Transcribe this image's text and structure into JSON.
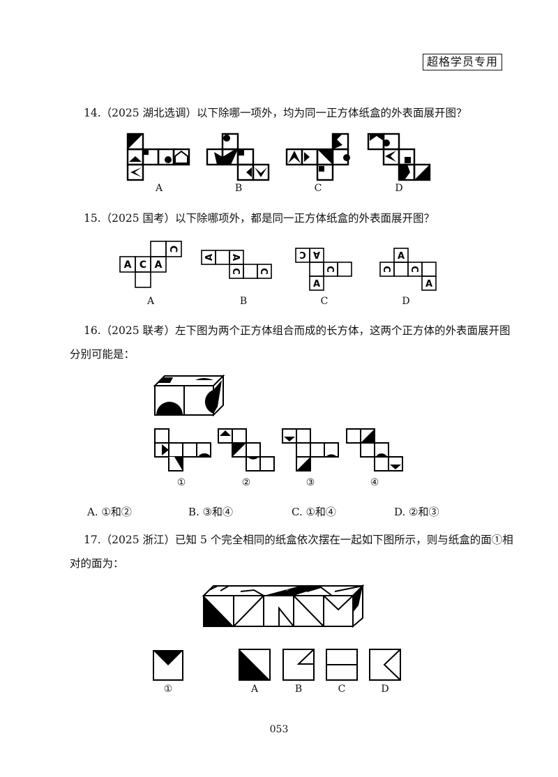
{
  "header": {
    "badge": "超格学员专用"
  },
  "questions": [
    {
      "number": "14.",
      "source": "（2025 湖北选调）",
      "text": "以下除哪一项外，均为同一正方体纸盒的外表面展开图？",
      "options": [
        "A",
        "B",
        "C",
        "D"
      ]
    },
    {
      "number": "15.",
      "source": "（2025 国考）",
      "text": "以下除哪项外，都是同一正方体纸盒的外表面展开图？",
      "options": [
        "A",
        "B",
        "C",
        "D"
      ],
      "net_letters": {
        "A": [
          "A",
          "C",
          "A",
          "C"
        ],
        "B": [
          "A",
          "A",
          "C",
          "C"
        ],
        "C": [
          "C",
          "A",
          "C",
          "A"
        ],
        "D": [
          "A",
          "C",
          "C",
          "A"
        ]
      }
    },
    {
      "number": "16.",
      "source": "（2025 联考）",
      "text_line1": "左下图为两个正方体组合而成的长方体，这两个正方体的外表面展开图",
      "text_line2": "分别可能是：",
      "figure_labels": [
        "①",
        "②",
        "③",
        "④"
      ],
      "answers": [
        "A. ①和②",
        "B. ③和④",
        "C. ①和④",
        "D. ②和③"
      ]
    },
    {
      "number": "17.",
      "source": "（2025 浙江）",
      "text_line1": "已知 5 个完全相同的纸盒依次摆在一起如下图所示，则与纸盒的面①相",
      "text_line2": "对的面为：",
      "face_label": "①",
      "options": [
        "A",
        "B",
        "C",
        "D"
      ]
    }
  ],
  "footer": {
    "page_number": "053"
  }
}
